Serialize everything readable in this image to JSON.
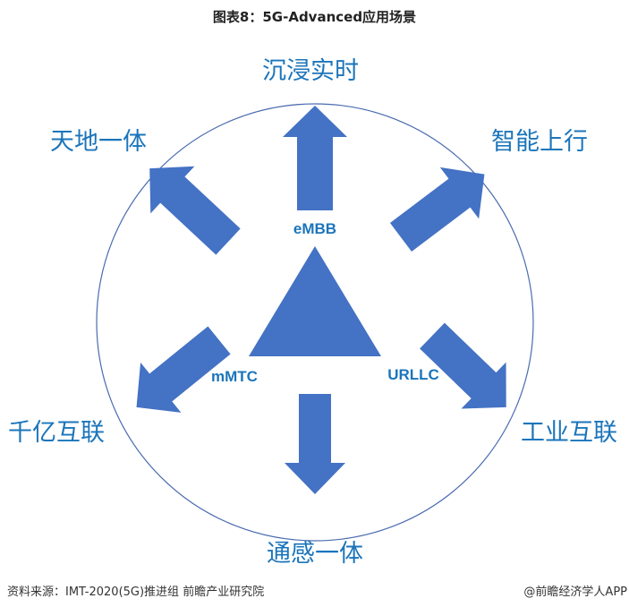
{
  "title": "图表8：5G-Advanced应用场景",
  "center_labels": {
    "embb": "eMBB",
    "mmtc": "mMTC",
    "urllc": "URLLC"
  },
  "scenarios": {
    "top": "沉浸实时",
    "upper_left": "天地一体",
    "upper_right": "智能上行",
    "lower_left": "千亿互联",
    "lower_right": "工业互联",
    "bottom": "通感一体"
  },
  "source": "资料来源：IMT-2020(5G)推进组 前瞻产业研究院",
  "credit": "@前瞻经济学人APP",
  "colors": {
    "shape": "#4472c4",
    "label": "#1b75bb",
    "circle": "#4a6bb0"
  }
}
